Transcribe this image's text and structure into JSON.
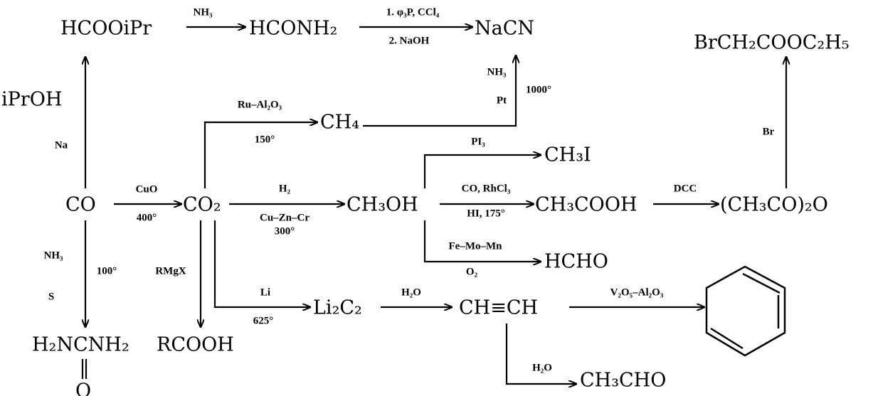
{
  "compounds": {
    "isopropyl_formate": "HCOOiPr",
    "formamide": "HCONH₂",
    "sodium_cyanide": "NaCN",
    "ethyl_bromoacetate": "BrCH₂COOC₂H₅",
    "isopropanol": "iPrOH",
    "carbon_monoxide": "CO",
    "carbon_dioxide": "CO₂",
    "methane": "CH₄",
    "methanol": "CH₃OH",
    "methyl_iodide": "CH₃I",
    "acetic_acid": "CH₃COOH",
    "acetic_anhydride": "(CH₃CO)₂O",
    "formaldehyde": "HCHO",
    "lithium_carbide": "Li₂C₂",
    "acetylene": "CH≡CH",
    "urea": "H₂NCNH₂",
    "urea_oxygen": "O",
    "carboxylic_acid": "RCOOH",
    "acetaldehyde": "CH₃CHO"
  },
  "conditions": {
    "nh3_formamide": "NH₃",
    "step1_nacn": "1. φ₃P, CCl₄",
    "step2_nacn": "2. NaOH",
    "ru_al2o3": "Ru–Al₂O₃",
    "temp_150": "150°",
    "nh3_hcn": "NH₃",
    "pt": "Pt",
    "temp_1000": "1000°",
    "na": "Na",
    "cuo": "CuO",
    "temp_400": "400°",
    "h2": "H₂",
    "cu_zn_cr": "Cu–Zn–Cr",
    "temp_300": "300°",
    "pi3": "PI₃",
    "co_rhcl3": "CO, RhCl₃",
    "hi_175": "HI, 175°",
    "fe_mo_mn": "Fe–Mo–Mn",
    "o2": "O₂",
    "dcc": "DCC",
    "br": "Br",
    "nh3_urea": "NH₃",
    "temp_100": "100°",
    "s": "S",
    "rmgx": "RMgX",
    "li": "Li",
    "temp_625": "625°",
    "h2o_acetylene": "H₂O",
    "v2o5_al2o3": "V₂O₅–Al₂O₃",
    "h2o_acetaldehyde": "H₂O"
  }
}
